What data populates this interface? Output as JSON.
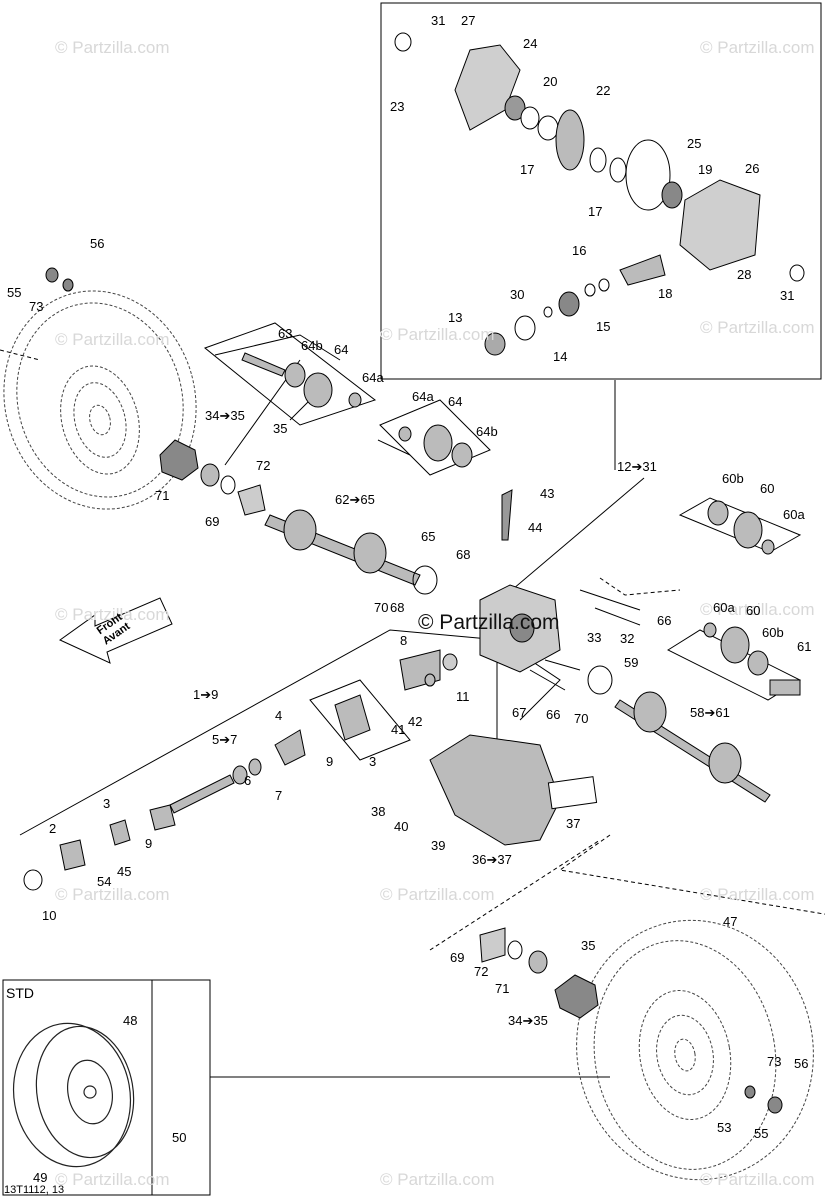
{
  "watermark": "© Partzilla.com",
  "center_watermark": "© Partzilla.com",
  "front_label": "Front",
  "front_label_fr": "Avant",
  "std_label": "STD",
  "footer_code": "13T1112, 13",
  "callouts": {
    "c1": "31",
    "c2": "27",
    "c3": "24",
    "c4": "20",
    "c5": "23",
    "c6": "22",
    "c7": "17",
    "c8": "25",
    "c9": "19",
    "c10": "26",
    "c11": "17",
    "c12": "16",
    "c13": "28",
    "c14": "18",
    "c15": "31",
    "c16": "30",
    "c17": "13",
    "c18": "15",
    "c19": "14",
    "c20": "56",
    "c21": "55",
    "c22": "73",
    "c23": "63",
    "c24": "64b",
    "c25": "64",
    "c26": "64a",
    "c27": "34➔35",
    "c28": "35",
    "c29": "72",
    "c30": "71",
    "c31": "69",
    "c32": "64a",
    "c33": "64",
    "c34": "64b",
    "c35": "62➔65",
    "c36": "12➔31",
    "c37": "43",
    "c38": "44",
    "c39": "65",
    "c40": "68",
    "c41": "60b",
    "c42": "60",
    "c43": "60a",
    "c44": "70",
    "c45": "68",
    "c46": "66",
    "c47": "60a",
    "c48": "60",
    "c49": "60b",
    "c50": "61",
    "c51": "33",
    "c52": "32",
    "c53": "8",
    "c54": "59",
    "c55": "1➔9",
    "c56": "11",
    "c57": "67",
    "c58": "66",
    "c59": "70",
    "c60": "58➔61",
    "c61": "4",
    "c62": "41",
    "c63": "42",
    "c64": "5➔7",
    "c65": "9",
    "c66": "3",
    "c67": "6",
    "c68": "7",
    "c69": "3",
    "c70": "38",
    "c71": "40",
    "c72": "37",
    "c73": "2",
    "c74": "9",
    "c75": "39",
    "c76": "36➔37",
    "c77": "54",
    "c78": "45",
    "c79": "10",
    "c80": "47",
    "c81": "35",
    "c82": "69",
    "c83": "72",
    "c84": "71",
    "c85": "34➔35",
    "c86": "48",
    "c87": "73",
    "c88": "56",
    "c89": "53",
    "c90": "55",
    "c91": "50",
    "c92": "49"
  }
}
